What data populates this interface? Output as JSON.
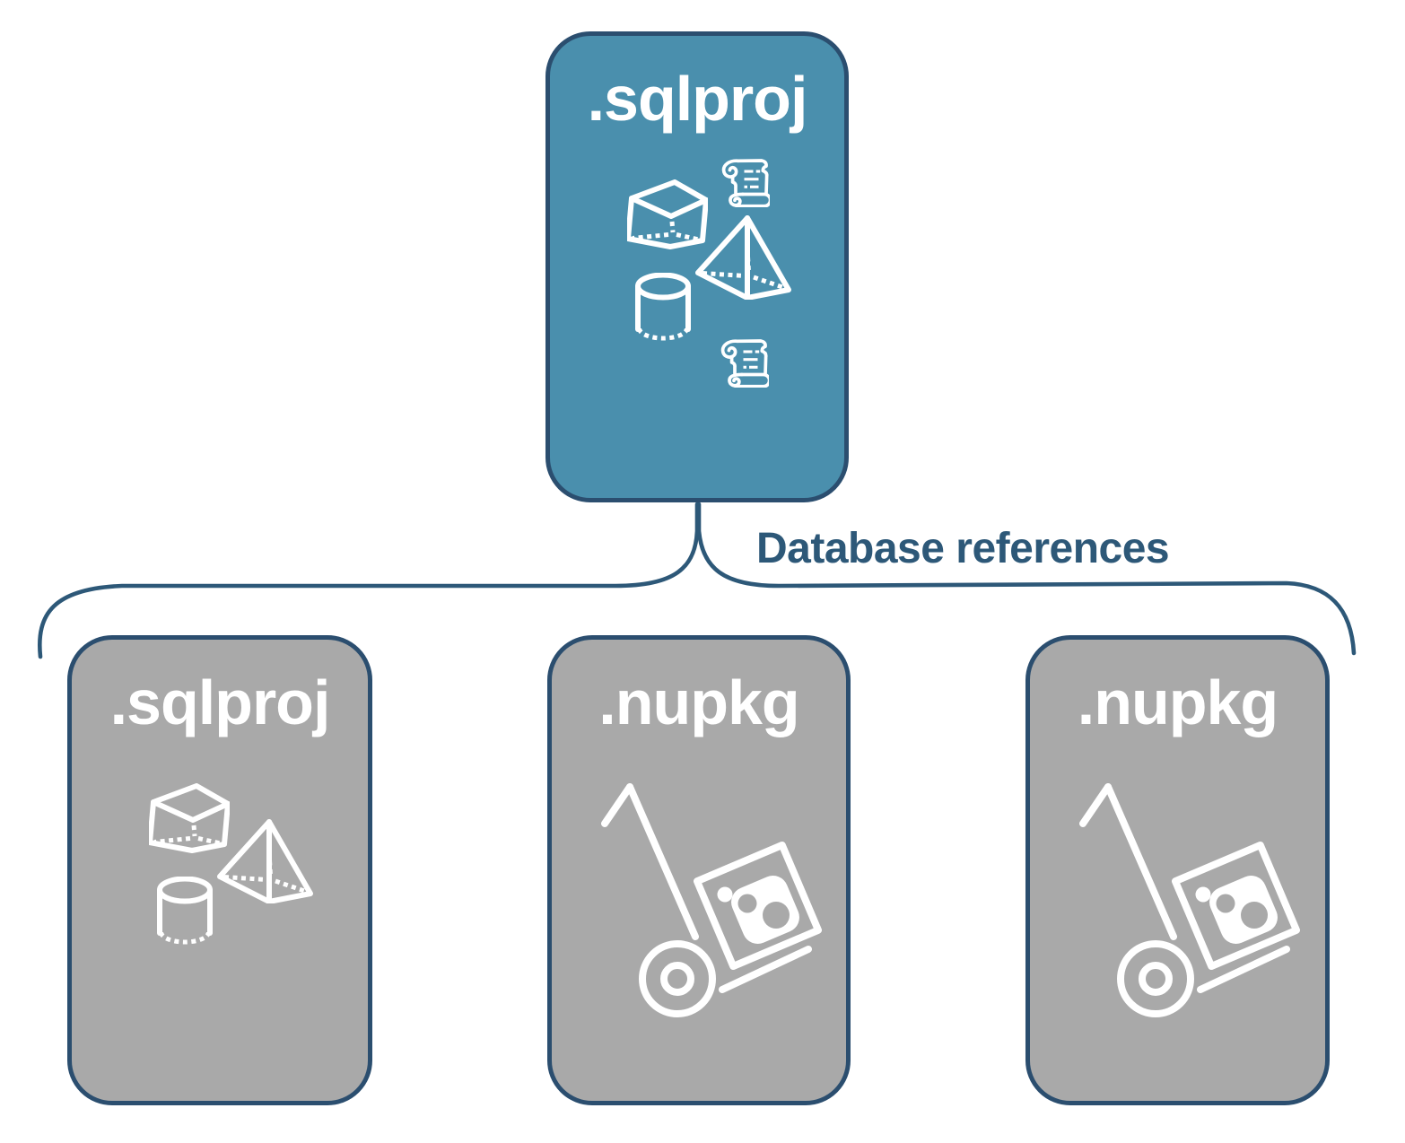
{
  "diagram": {
    "root": {
      "label": ".sqlproj",
      "icons": [
        "cube-icon",
        "script-scroll-icon",
        "pyramid-icon",
        "cylinder-icon",
        "script-scroll-icon"
      ]
    },
    "connector_label": "Database references",
    "children": [
      {
        "label": ".sqlproj",
        "icons": [
          "cube-icon",
          "pyramid-icon",
          "cylinder-icon"
        ]
      },
      {
        "label": ".nupkg",
        "icons": [
          "package-dolly-icon"
        ]
      },
      {
        "label": ".nupkg",
        "icons": [
          "package-dolly-icon"
        ]
      }
    ],
    "colors": {
      "root_fill": "#4A8FAD",
      "child_fill": "#A9A9A9",
      "node_border": "#2B4E6F",
      "connector": "#2D5878",
      "label_text": "#2D5878",
      "icon_stroke": "#FFFFFF"
    }
  }
}
